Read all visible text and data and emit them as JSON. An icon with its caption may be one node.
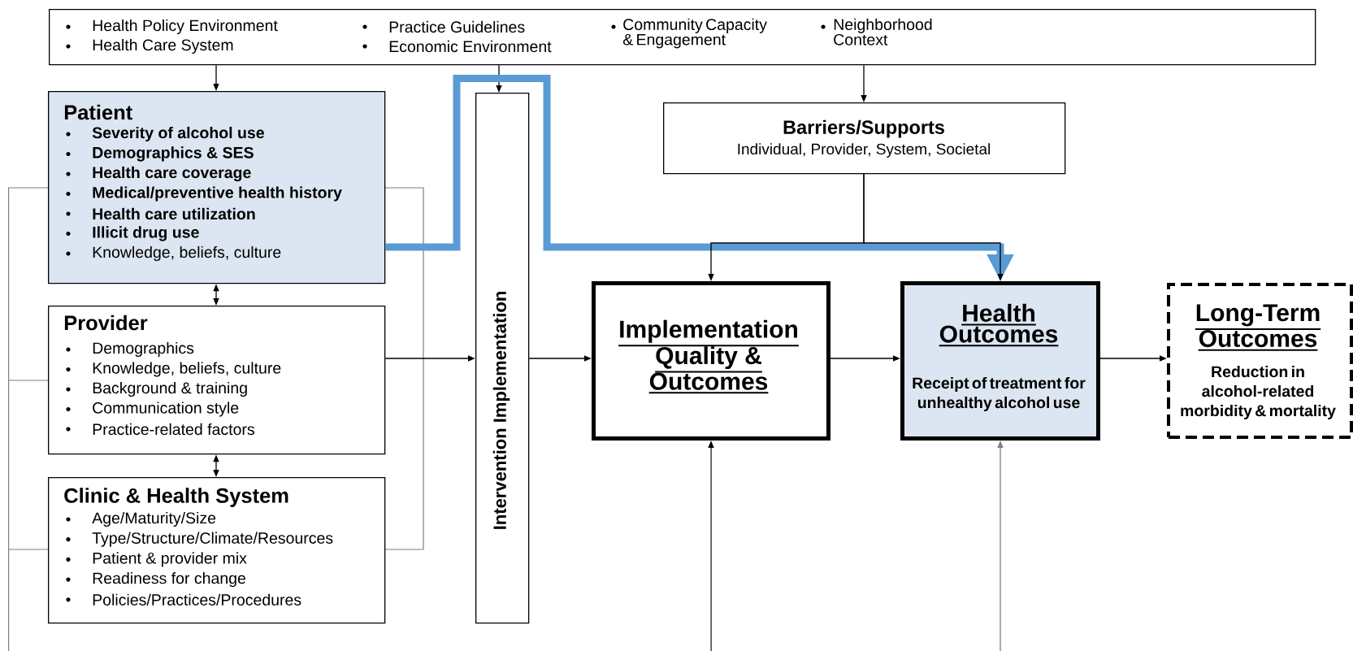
{
  "diagram": {
    "nodes": [
      {
        "text": [
          "Health Policy Environment",
          "Health Care System",
          "Practice Guidelines",
          "Economic Environment",
          "Community Capacity & Engagement",
          "Neighborhood Context"
        ]
      },
      {
        "text": [
          "Patient",
          "Severity of alcohol use",
          "Demographics & SES",
          "Health care coverage",
          "Medical/preventive health history",
          "Health care utilization",
          "Illicit drug use",
          "Knowledge, beliefs, culture"
        ]
      },
      {
        "text": [
          "Provider",
          "Demographics",
          "Knowledge, beliefs, culture",
          "Background & training",
          "Communication style",
          "Practice-related factors"
        ]
      },
      {
        "text": [
          "Clinic & Health System",
          "Age/Maturity/Size",
          "Type/Structure/Climate/Resources",
          "Patient & provider mix",
          "Readiness for change",
          "Policies/Practices/Procedures"
        ]
      },
      {
        "text": [
          "Intervention Implementation"
        ]
      },
      {
        "text": [
          "Barriers/Supports",
          "Individual, Provider, System, Societal"
        ]
      },
      {
        "text": [
          "Implementation Quality & Outcomes"
        ]
      },
      {
        "text": [
          "Health Outcomes",
          "Receipt of treatment for unhealthy alcohol use"
        ]
      },
      {
        "text": [
          "Long-Term Outcomes",
          "Reduction in alcohol-related morbidity & mortality"
        ]
      }
    ],
    "edges": [
      {
        "from": 0,
        "to": 1,
        "arrow": "to"
      },
      {
        "from": 0,
        "to": 4,
        "arrow": "to"
      },
      {
        "from": 0,
        "to": 5,
        "arrow": "to"
      },
      {
        "from": 1,
        "to": 2,
        "arrow": "both"
      },
      {
        "from": 2,
        "to": 3,
        "arrow": "both"
      },
      {
        "from": 2,
        "to": 4,
        "arrow": "to"
      },
      {
        "from": 4,
        "to": 6,
        "arrow": "to"
      },
      {
        "from": 6,
        "to": 7,
        "arrow": "to"
      },
      {
        "from": 7,
        "to": 8,
        "arrow": "to"
      },
      {
        "from": 1,
        "to": 7,
        "arrow": "to",
        "style": "thick",
        "color": "#5b9bd5"
      },
      {
        "from": 5,
        "to": 6,
        "arrow": "to"
      },
      {
        "from": 5,
        "to": 7,
        "arrow": "to"
      },
      {
        "from": null,
        "to": 6,
        "arrow": "to"
      },
      {
        "from": null,
        "to": 7,
        "arrow": "to",
        "color": "#7f7f7f"
      }
    ]
  }
}
